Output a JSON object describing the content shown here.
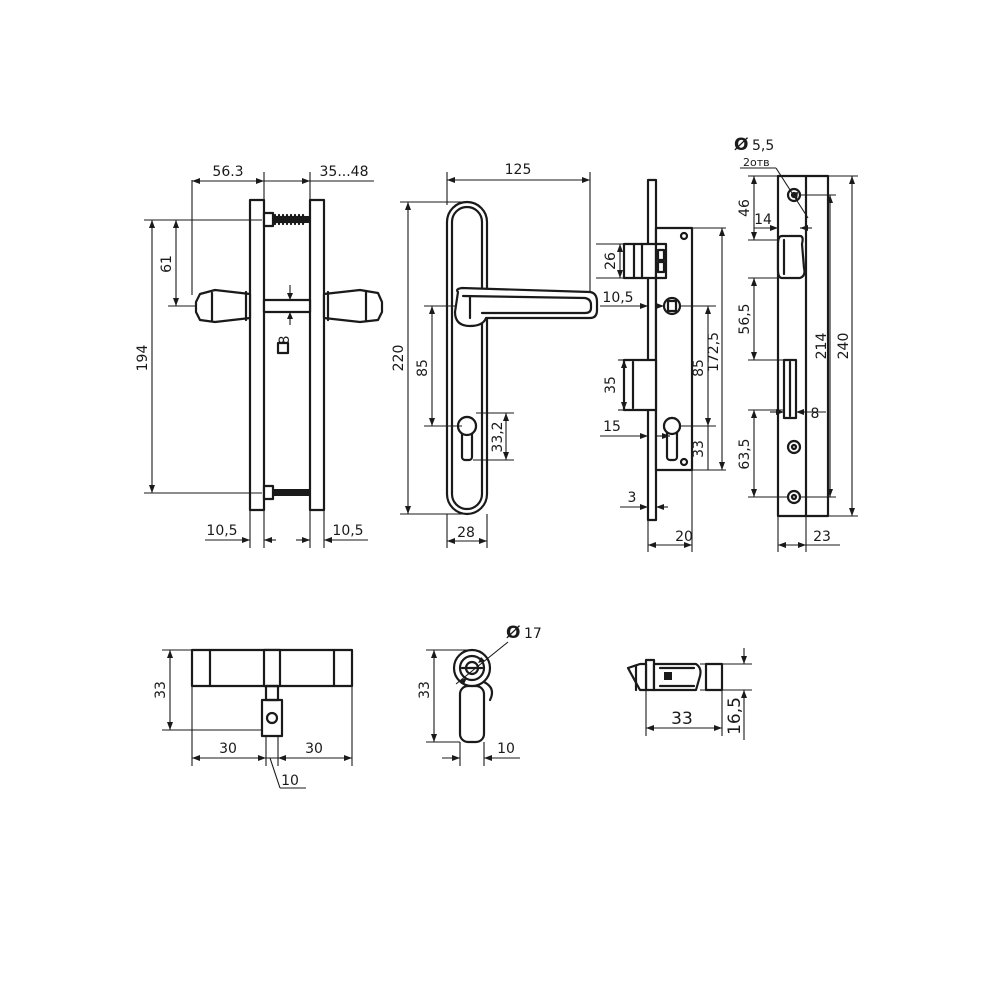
{
  "handle_side": {
    "d_56_3": "56.3",
    "d_35_48": "35...48",
    "d_61": "61",
    "d_194": "194",
    "d_sq8": "8",
    "d_10_5_left": "10,5",
    "d_10_5_right": "10,5"
  },
  "handle_front": {
    "d_125": "125",
    "d_220": "220",
    "d_85": "85",
    "d_33_2": "33,2",
    "d_28": "28"
  },
  "lock_body": {
    "d_26": "26",
    "d_10_5": "10,5",
    "d_85": "85",
    "d_172_5": "172,5",
    "d_35": "35",
    "d_15": "15",
    "d_33": "33",
    "d_3": "3",
    "d_20": "20"
  },
  "strike_plate": {
    "d_dia_symbol": "Ø",
    "d_dia_5_5": "5,5",
    "d_2otv": "2отв",
    "d_46": "46",
    "d_14": "14",
    "d_56_5": "56,5",
    "d_214": "214",
    "d_240": "240",
    "d_8": "8",
    "d_63_5": "63,5",
    "d_23": "23"
  },
  "cylinder": {
    "d_33": "33",
    "d_30_left": "30",
    "d_30_right": "30",
    "d_10": "10"
  },
  "cylinder_end": {
    "d_dia_symbol": "Ø",
    "d_dia_17": "17",
    "d_33": "33",
    "d_10": "10"
  },
  "latch": {
    "d_33": "33",
    "d_16_5": "16,5"
  }
}
